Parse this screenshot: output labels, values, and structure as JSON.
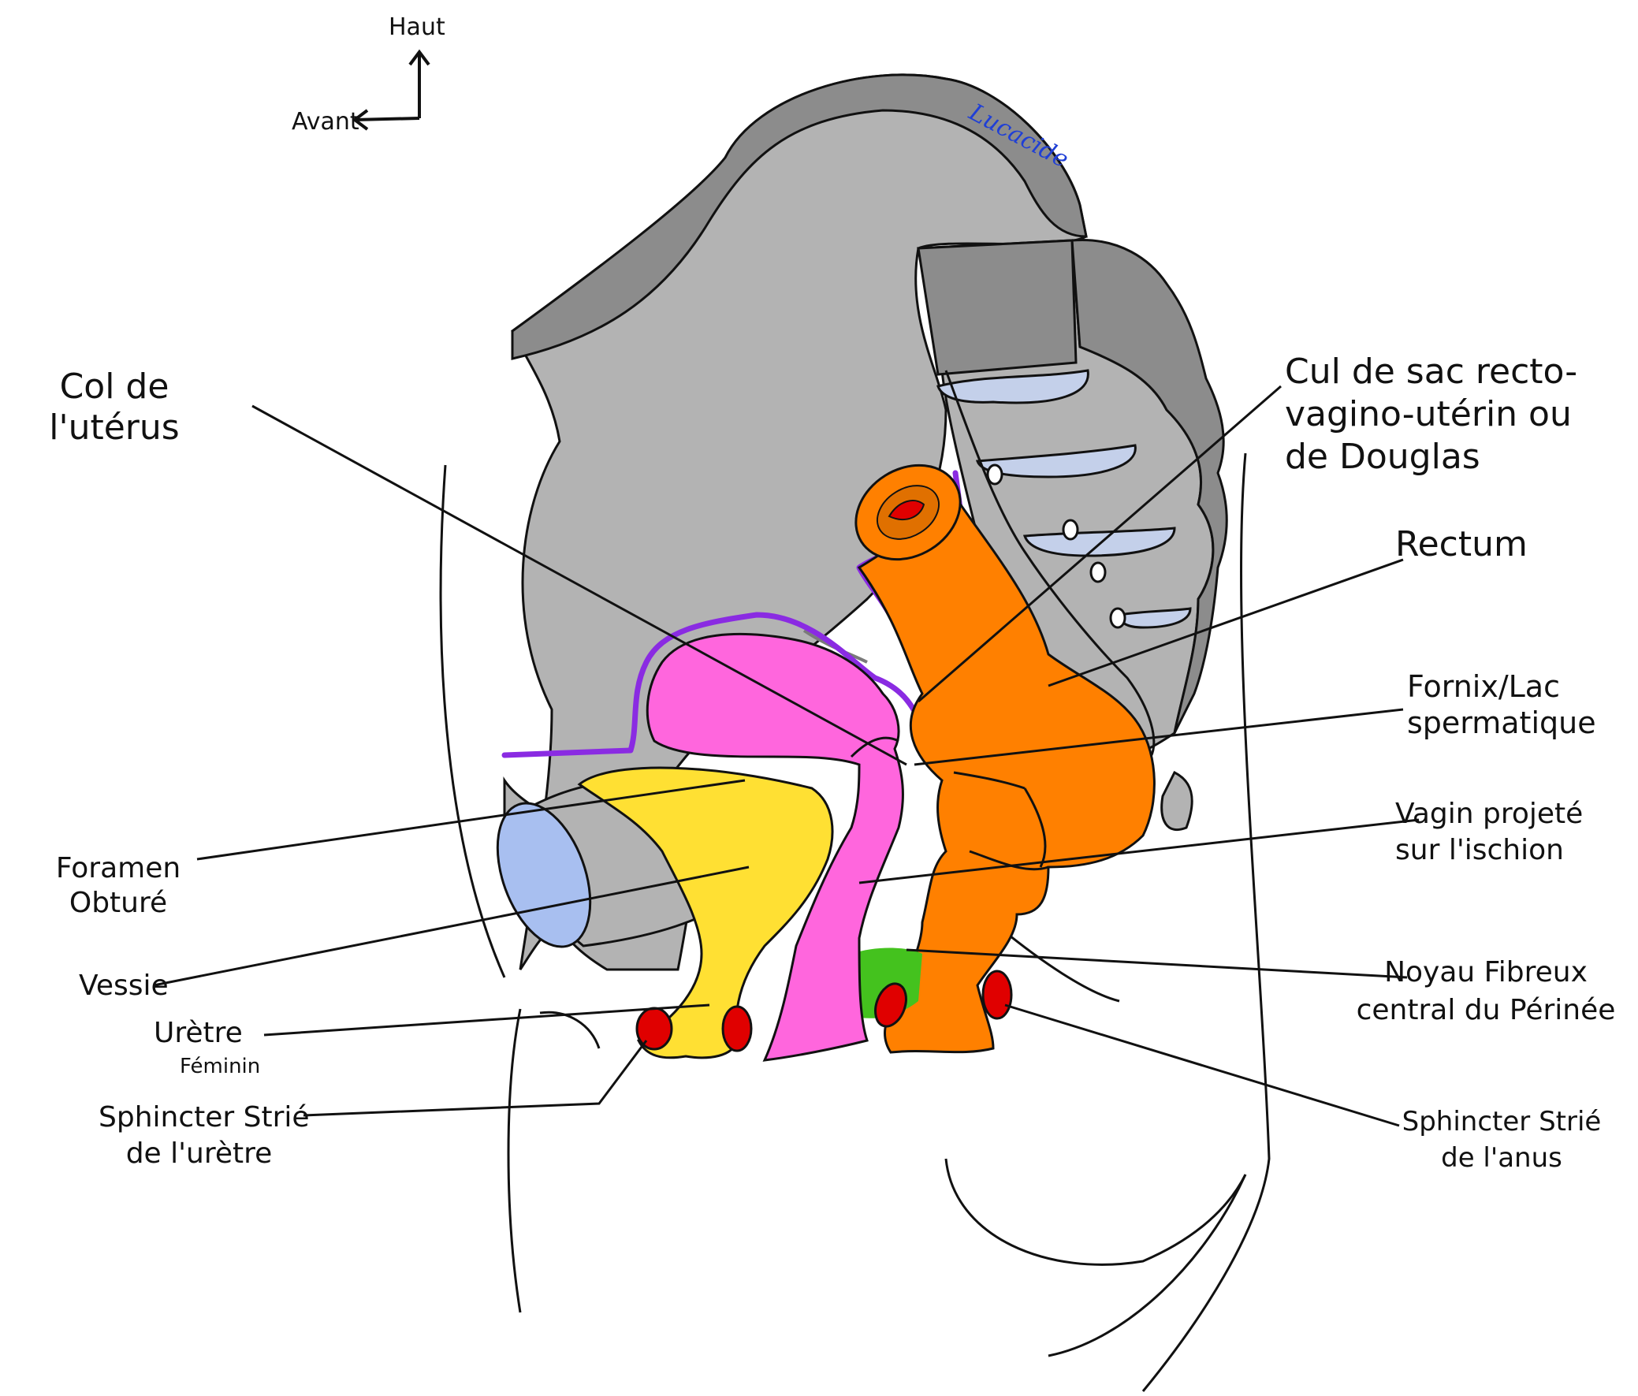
{
  "orientation": {
    "up": "Haut",
    "front": "Avant"
  },
  "labels": {
    "col_uterus": [
      "Col de",
      "l'utérus"
    ],
    "cul_de_sac": [
      "Cul de sac recto-",
      "vagino-utérin ou",
      "de Douglas"
    ],
    "rectum": "Rectum",
    "fornix": [
      "Fornix/Lac",
      "spermatique"
    ],
    "vagin": [
      "Vagin projeté",
      "sur l'ischion"
    ],
    "foramen": [
      "Foramen",
      "Obturé"
    ],
    "vessie": "Vessie",
    "uretre": "Urètre",
    "uretre_sub": "Féminin",
    "noyau": [
      "Noyau Fibreux",
      "central du Périnée"
    ],
    "sphincter_uretre": [
      "Sphincter Strié",
      "de l'urètre"
    ],
    "sphincter_anus": [
      "Sphincter Strié",
      "de l'anus"
    ]
  },
  "signature": "Lucacide",
  "colors": {
    "bone_light": "#b3b3b3",
    "bone_dark": "#8c8c8c",
    "disc": "#c4d0ea",
    "rectum": "#ff8000",
    "vagina_uterus": "#ff66dd",
    "bladder": "#ffe033",
    "obturator": "#a8bff0",
    "peritoneum": "#8a2be2",
    "sphincter": "#e00000",
    "central_tendon": "#44c21e",
    "outline": "#111111"
  }
}
